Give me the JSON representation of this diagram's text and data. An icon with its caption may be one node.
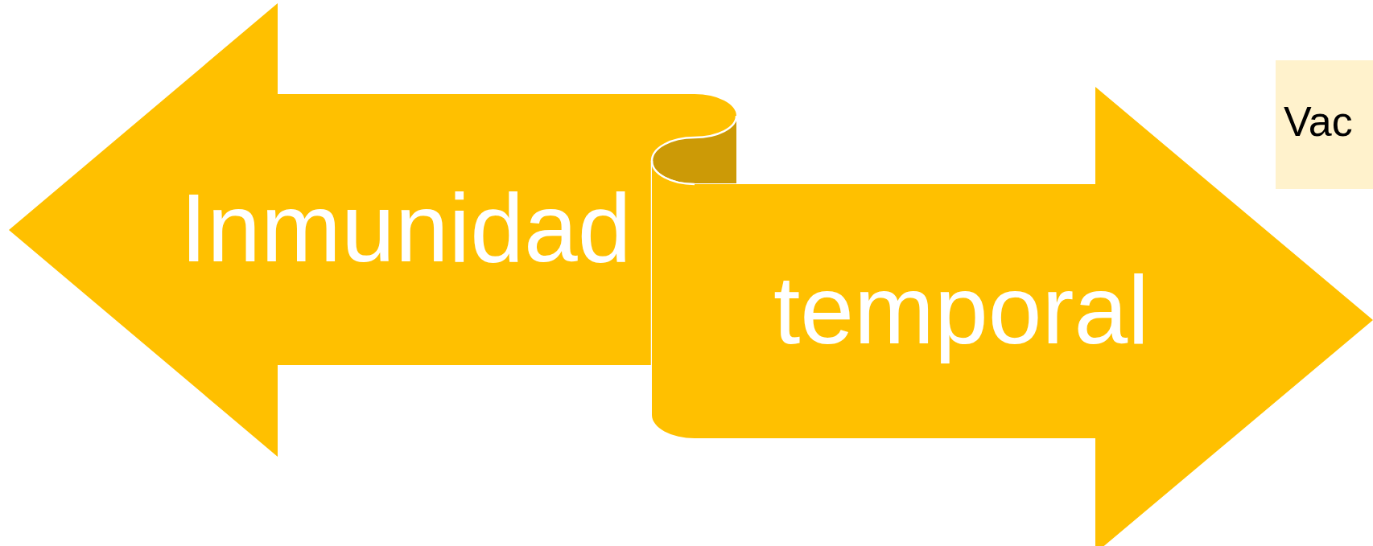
{
  "diagram": {
    "nodes": [
      {
        "text": [
          "Inmunidad"
        ]
      },
      {
        "text": [
          "temporal"
        ]
      },
      {
        "text": [
          "Vac"
        ]
      }
    ]
  }
}
